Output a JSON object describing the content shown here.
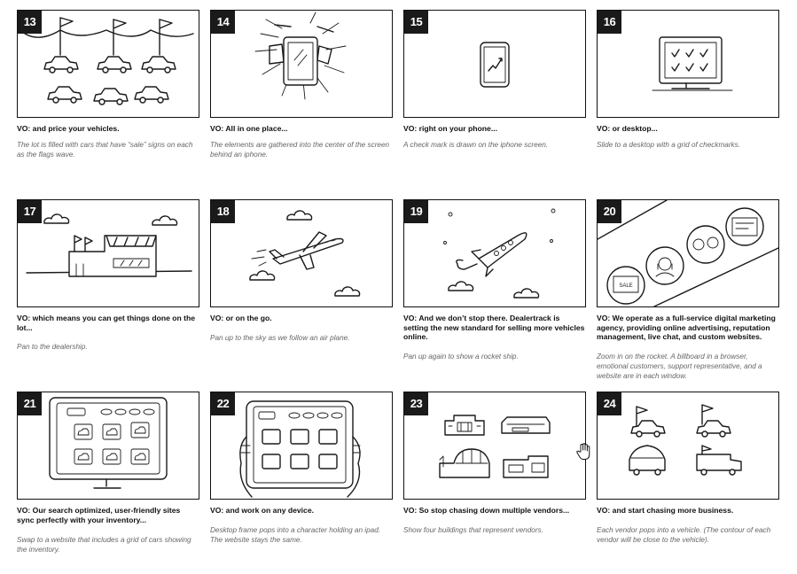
{
  "panels": [
    {
      "number": "13",
      "vo": "VO: and price your vehicles.",
      "desc": "The lot is filled with cars that have “sale” signs on each as the flags wave."
    },
    {
      "number": "14",
      "vo": "VO: All in one place...",
      "desc": "The elements are gathered into the center of the screen behind an iphone."
    },
    {
      "number": "15",
      "vo": "VO: right on your phone...",
      "desc": "A check mark is drawn on the iphone screen."
    },
    {
      "number": "16",
      "vo": "VO: or desktop...",
      "desc": "Slide to a desktop with a grid of checkmarks."
    },
    {
      "number": "17",
      "vo": "VO: which means you can get things done on the lot...",
      "desc": "Pan to the dealership."
    },
    {
      "number": "18",
      "vo": "VO: or on the go.",
      "desc": "Pan up to the sky as we follow an air plane."
    },
    {
      "number": "19",
      "vo": "VO: And we don’t stop there. Dealertrack is setting the new standard for selling more vehicles online.",
      "desc": "Pan up again to show a rocket ship."
    },
    {
      "number": "20",
      "vo": "VO: We operate as a full-service digital marketing agency, providing online advertising, reputation management, live chat, and custom websites.",
      "desc": "Zoom in on the rocket. A billboard in a browser, emotional customers, support representative, and a website are in each window.",
      "billboard": "SALE"
    },
    {
      "number": "21",
      "vo": "VO: Our search optimized, user-friendly sites sync perfectly with your inventory...",
      "desc": "Swap to a website that includes a grid of cars showing the inventory."
    },
    {
      "number": "22",
      "vo": "VO: and work on any device.",
      "desc": "Desktop frame pops into a character holding an ipad. The website stays the same."
    },
    {
      "number": "23",
      "vo": "VO: So stop chasing down multiple vendors...",
      "desc": "Show four buildings that represent vendors."
    },
    {
      "number": "24",
      "vo": "VO: and start chasing more business.",
      "desc": "Each vendor pops into a vehicle. (The contour of each vendor will be close to the vehicle)."
    }
  ],
  "icons": {
    "cursor": "hand-pointer-icon"
  }
}
